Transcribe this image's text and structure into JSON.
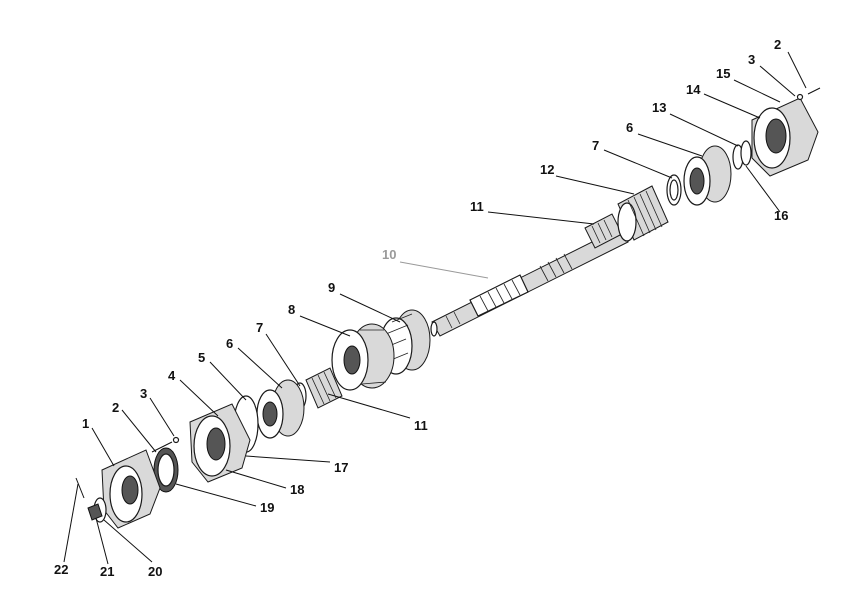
{
  "callouts": [
    {
      "id": "c1",
      "text": "1"
    },
    {
      "id": "c2a",
      "text": "2"
    },
    {
      "id": "c2b",
      "text": "2"
    },
    {
      "id": "c3a",
      "text": "3"
    },
    {
      "id": "c3b",
      "text": "3"
    },
    {
      "id": "c4",
      "text": "4"
    },
    {
      "id": "c5",
      "text": "5"
    },
    {
      "id": "c6a",
      "text": "6"
    },
    {
      "id": "c6b",
      "text": "6"
    },
    {
      "id": "c7a",
      "text": "7"
    },
    {
      "id": "c7b",
      "text": "7"
    },
    {
      "id": "c8",
      "text": "8"
    },
    {
      "id": "c9",
      "text": "9"
    },
    {
      "id": "c10",
      "text": "10"
    },
    {
      "id": "c11a",
      "text": "11"
    },
    {
      "id": "c11b",
      "text": "11"
    },
    {
      "id": "c12",
      "text": "12"
    },
    {
      "id": "c13",
      "text": "13"
    },
    {
      "id": "c14",
      "text": "14"
    },
    {
      "id": "c15",
      "text": "15"
    },
    {
      "id": "c16",
      "text": "16"
    },
    {
      "id": "c17",
      "text": "17"
    },
    {
      "id": "c18",
      "text": "18"
    },
    {
      "id": "c19",
      "text": "19"
    },
    {
      "id": "c20",
      "text": "20"
    },
    {
      "id": "c21",
      "text": "21"
    },
    {
      "id": "c22",
      "text": "22"
    }
  ],
  "colors": {
    "ink": "#111111",
    "highlight": "#9a9a9a",
    "background": "#ffffff"
  }
}
